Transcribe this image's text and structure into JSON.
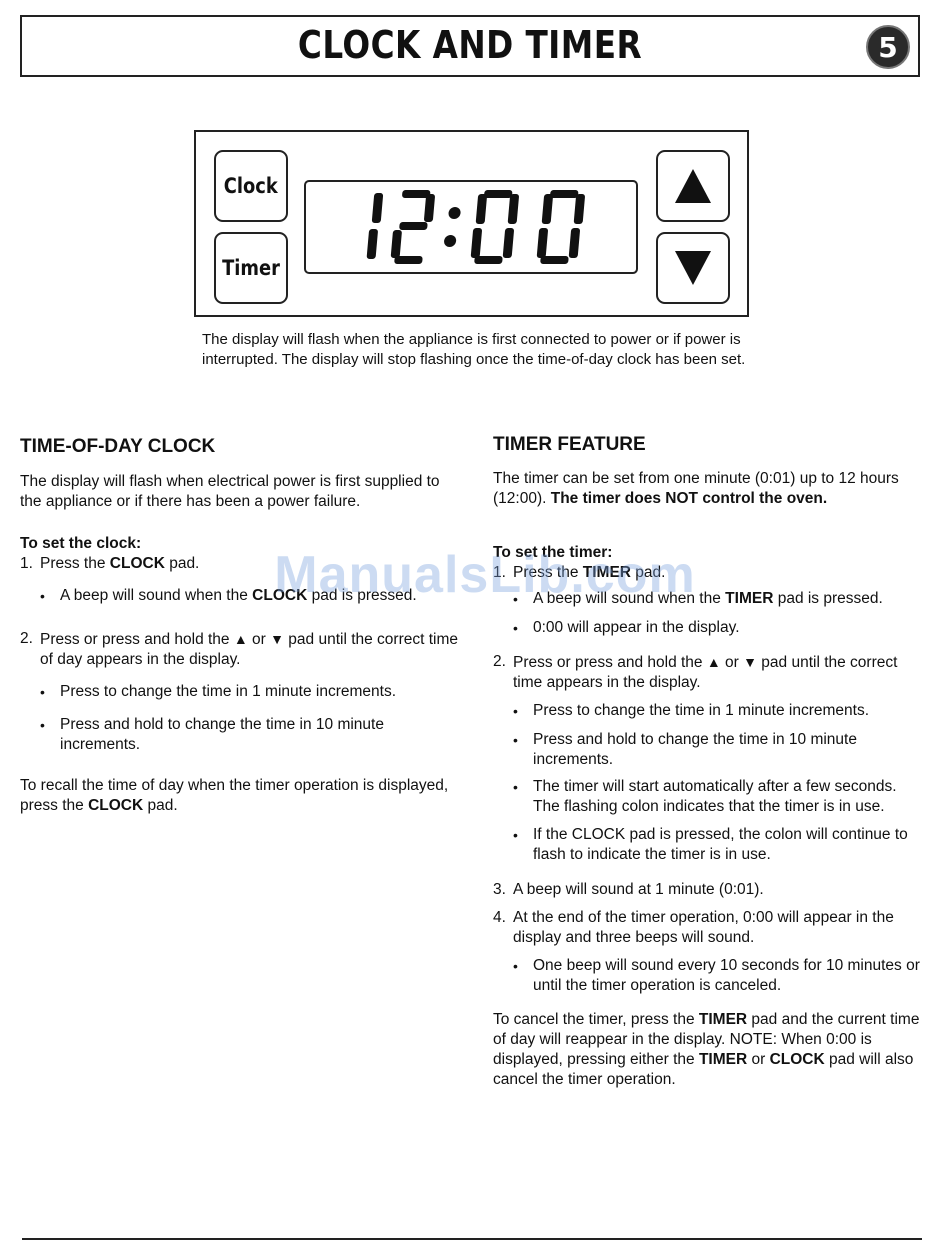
{
  "header": {
    "title": "CLOCK AND TIMER",
    "page_number": "5"
  },
  "control_panel": {
    "clock_pad": "Clock",
    "timer_pad": "Timer",
    "display_time": "12:00",
    "up_icon": "up-arrow-icon",
    "down_icon": "down-arrow-icon"
  },
  "caption": "The display will flash when the appliance is first connected to power or if power is interrupted. The display will stop flashing once the time-of-day clock has been set.",
  "left": {
    "heading": "TIME-OF-DAY CLOCK",
    "intro": "The display will flash when electrical power is first supplied to the appliance or if there has been a power failure.",
    "subheading": "To set the clock:",
    "step1_num": "1.",
    "step1_pre": "Press the ",
    "step1_bold": "CLOCK",
    "step1_post": " pad.",
    "step1_bullet_pre": "A beep will sound when the ",
    "step1_bullet_bold": "CLOCK",
    "step1_bullet_post": " pad is pressed.",
    "step2_num": "2.",
    "step2_pre": "Press or press and hold the ",
    "step2_mid": " or ",
    "step2_post": " pad until the correct time of day appears in the display.",
    "step2_bullets": [
      "Press to change the time in 1 minute increments.",
      "Press and hold to change the time in 10 minute increments."
    ],
    "recall_pre": "To recall the time of day when the timer operation is displayed, press the ",
    "recall_bold": "CLOCK",
    "recall_post": " pad."
  },
  "right": {
    "heading": "TIMER FEATURE",
    "intro_pre": "The timer can be set from one minute (0:01) up to 12 hours (12:00). ",
    "intro_bold": "The timer does NOT control the oven.",
    "subheading": "To set the timer:",
    "step1_num": "1.",
    "step1_pre": "Press the ",
    "step1_bold": "TIMER",
    "step1_post": " pad.",
    "step1_bullet1_pre": "A beep will sound when the ",
    "step1_bullet1_bold": "TIMER",
    "step1_bullet1_post": " pad is pressed.",
    "step1_bullet2": "0:00 will appear in the display.",
    "step2_num": "2.",
    "step2_pre": "Press or press and hold the ",
    "step2_mid": " or ",
    "step2_post": " pad until the correct time appears in the display.",
    "step2_bullets": [
      "Press to change the time in 1 minute increments.",
      "Press and hold to change the time in 10 minute increments.",
      "The timer will start automatically after a few seconds. The flashing colon indicates that the timer is in use.",
      "If the CLOCK pad is pressed, the colon will continue to flash to indicate the timer is in use."
    ],
    "step3_num": "3.",
    "step3": "A beep will sound at 1 minute (0:01).",
    "step4_num": "4.",
    "step4": "At the end of the timer operation, 0:00 will appear in the display and three beeps will sound.",
    "step4_bullet": "One beep will sound every 10 seconds for 10 minutes or until the timer operation is canceled.",
    "cancel_pre": "To cancel the timer, press the ",
    "cancel_b1": "TIMER",
    "cancel_mid1": " pad and the current time of day will reappear in the display. NOTE: When 0:00 is displayed, pressing either the ",
    "cancel_b2": "TIMER",
    "cancel_mid2": " or ",
    "cancel_b3": "CLOCK",
    "cancel_post": " pad will also cancel the timer operation."
  },
  "watermark": "ManualsLib.com"
}
